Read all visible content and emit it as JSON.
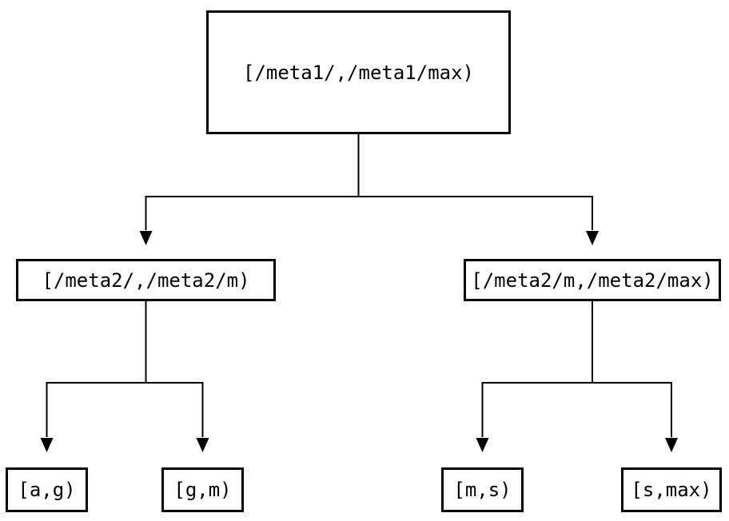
{
  "diagram": {
    "type": "tree",
    "colors": {
      "background": "#ffffff",
      "line": "#000000",
      "text": "#000000"
    },
    "nodes": {
      "root": {
        "label": "[/meta1/,/meta1/max)"
      },
      "mid_left": {
        "label": "[/meta2/,/meta2/m)"
      },
      "mid_right": {
        "label": "[/meta2/m,/meta2/max)"
      },
      "leaf_ag": {
        "label": "[a,g)"
      },
      "leaf_gm": {
        "label": "[g,m)"
      },
      "leaf_ms": {
        "label": "[m,s)"
      },
      "leaf_smax": {
        "label": "[s,max)"
      }
    },
    "edges": [
      {
        "from": "root",
        "to": "mid_left"
      },
      {
        "from": "root",
        "to": "mid_right"
      },
      {
        "from": "mid_left",
        "to": "leaf_ag"
      },
      {
        "from": "mid_left",
        "to": "leaf_gm"
      },
      {
        "from": "mid_right",
        "to": "leaf_ms"
      },
      {
        "from": "mid_right",
        "to": "leaf_smax"
      }
    ]
  }
}
